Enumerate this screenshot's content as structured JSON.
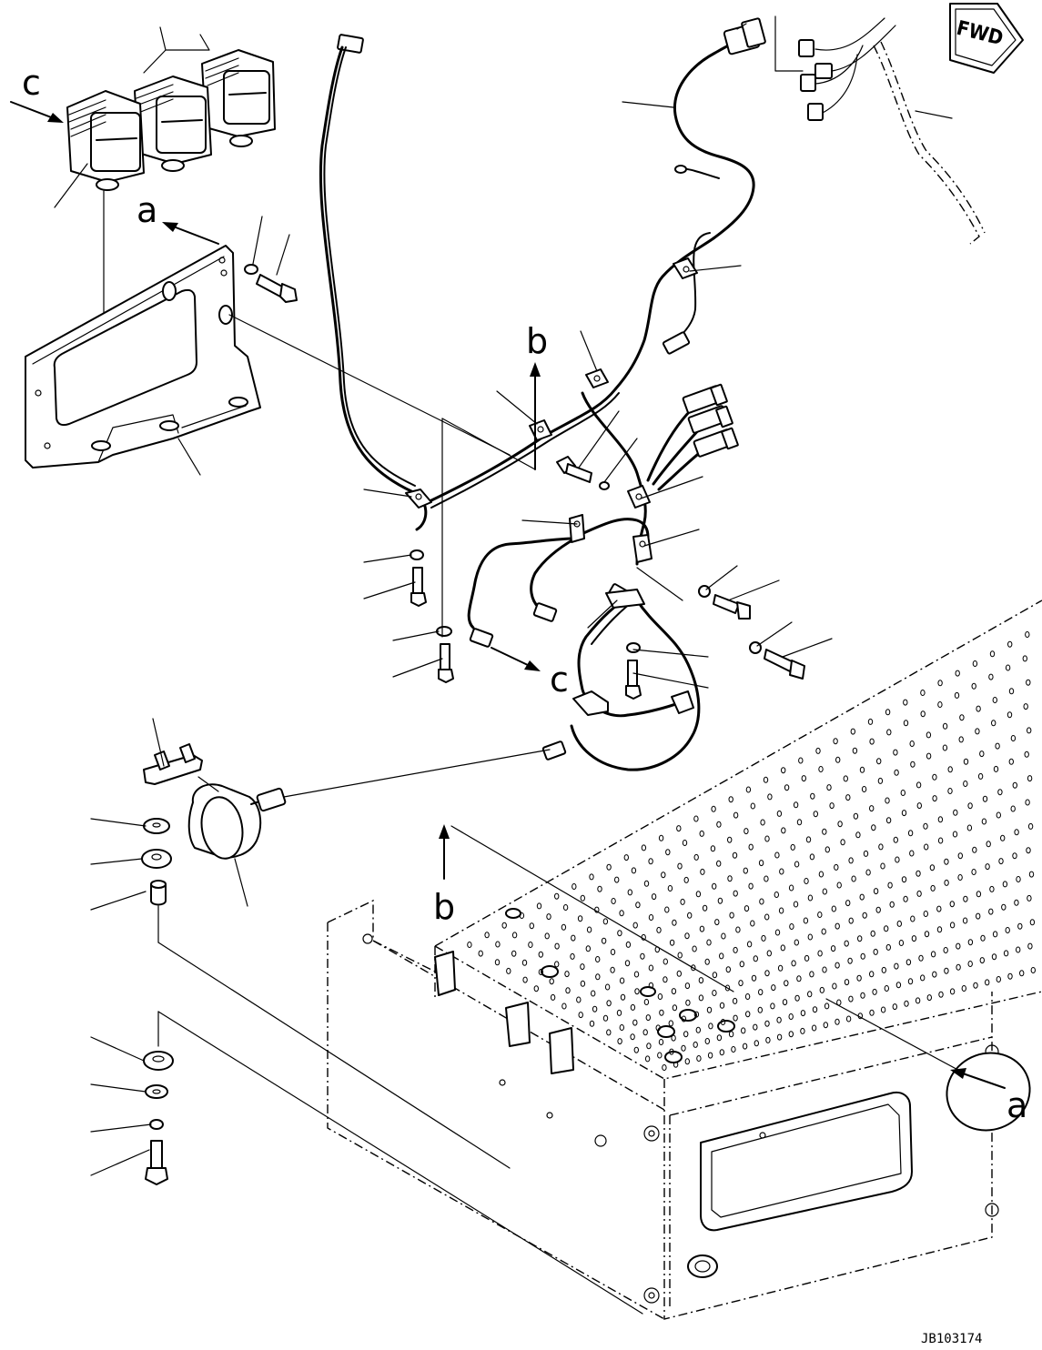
{
  "diagram": {
    "labels": {
      "view_a": "a",
      "view_b": "b",
      "view_c": "c"
    },
    "direction_badge": "FWD",
    "drawing_code": "JB103174"
  }
}
